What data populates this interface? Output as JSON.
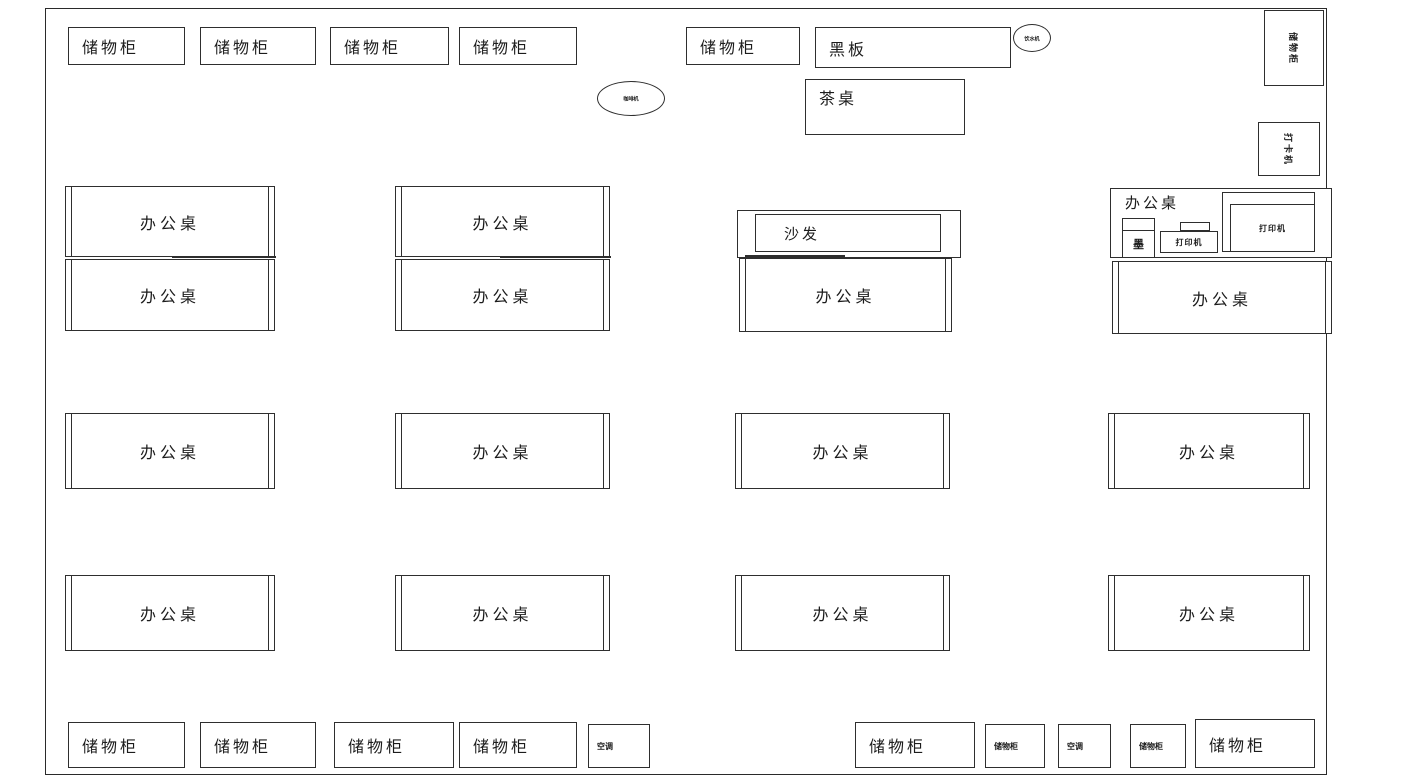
{
  "furniture": {
    "cabinet": "储物柜",
    "desk": "办公桌",
    "blackboard": "黑板",
    "tea_table": "茶桌",
    "sofa": "沙发",
    "printer": "打印机",
    "air_conditioner": "空调",
    "coffee_machine": "咖啡机",
    "water_dispenser": "饮水机",
    "ink_box": "墨",
    "wall_cabinet_vertical": "储物柜",
    "time_clock": "打卡机"
  }
}
